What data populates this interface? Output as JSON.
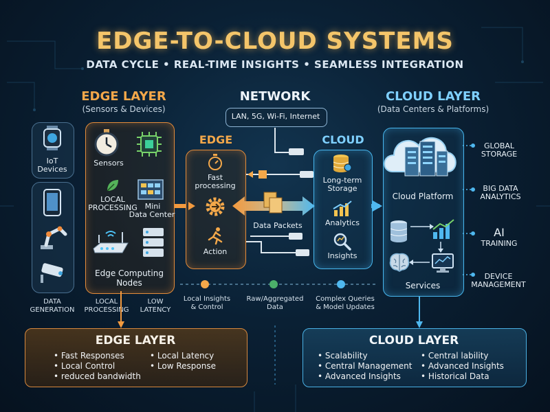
{
  "header": {
    "title": "EDGE-TO-CLOUD SYSTEMS",
    "subtitle": "DATA CYCLE • REAL-TIME INSIGHTS • SEAMLESS INTEGRATION"
  },
  "edge_layer": {
    "title": "EDGE LAYER",
    "subtitle": "(Sensors & Devices)",
    "devices_label_1": "IoT",
    "devices_label_2": "Devices",
    "sensors": "Sensors",
    "local_processing_1": "LOCAL",
    "local_processing_2": "PROCESSING",
    "mini_dc_1": "Mini",
    "mini_dc_2": "Data Center",
    "ecn_1": "Edge Computing",
    "ecn_2": "Nodes",
    "footer_1a": "DATA",
    "footer_1b": "GENERATION",
    "footer_2a": "LOCAL",
    "footer_2b": "PROCESSING",
    "footer_3a": "LOW",
    "footer_3b": "LATENCY"
  },
  "network": {
    "title": "NETWORK",
    "types": "LAN, 5G, Wi-Fi, Internet",
    "edge_title": "EDGE",
    "fast_1": "Fast",
    "fast_2": "processing",
    "action": "Action",
    "data_packets": "Data Packets",
    "cloud_title": "CLOUD",
    "lts_1": "Long-term",
    "lts_2": "Storage",
    "analytics": "Analytics",
    "insights": "Insights",
    "flow_1a": "Local Insights",
    "flow_1b": "& Control",
    "flow_2a": "Raw/Aggregated",
    "flow_2b": "Data",
    "flow_3a": "Complex Queries",
    "flow_3b": "& Model Updates"
  },
  "cloud_layer": {
    "title": "CLOUD LAYER",
    "subtitle": "(Data Centers & Platforms)",
    "platform": "Cloud Platform",
    "services": "Services",
    "global_1": "GLOBAL",
    "global_2": "STORAGE",
    "bigdata_1": "BIG DATA",
    "bigdata_2": "ANALYTICS",
    "ai_1": "AI",
    "ai_2": "TRAINING",
    "device_1": "DEVICE",
    "device_2": "MANAGEMENT"
  },
  "bottom_edge": {
    "title": "EDGE LAYER",
    "bullets_left": [
      "Fast Responses",
      "Local Control",
      "reduced bandwidth"
    ],
    "bullets_right": [
      "Local Latency",
      "Low Response"
    ]
  },
  "bottom_cloud": {
    "title": "CLOUD LAYER",
    "bullets_left": [
      "Scalability",
      "Central Management",
      "Advanced Insights"
    ],
    "bullets_right": [
      "Central lability",
      "Advanced Insights",
      "Historical Data"
    ]
  },
  "colors": {
    "edge": "#f4a84a",
    "cloud": "#7fd0ff",
    "title": "#f4c56a"
  }
}
